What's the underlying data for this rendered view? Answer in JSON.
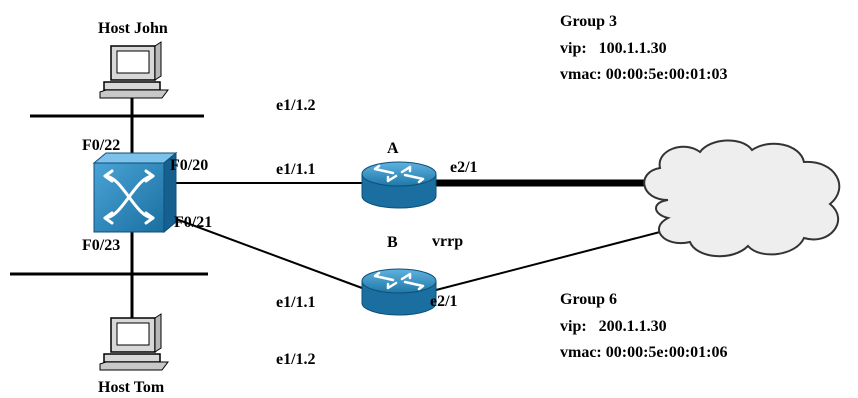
{
  "hosts": {
    "john": {
      "label": "Host John"
    },
    "tom": {
      "label": "Host Tom"
    }
  },
  "switch": {
    "ports": {
      "f0_22": "F0/22",
      "f0_20": "F0/20",
      "f0_21": "F0/21",
      "f0_23": "F0/23"
    }
  },
  "routers": {
    "a": {
      "name": "A",
      "if_top": "e1/1.2",
      "if_lan": "e1/1.1",
      "if_wan": "e2/1"
    },
    "b": {
      "name": "B",
      "if_lan": "e1/1.1",
      "if_bottom": "e1/1.2",
      "if_wan": "e2/1"
    }
  },
  "protocol_label": "vrrp",
  "groups": {
    "g3": {
      "title": "Group 3",
      "vip": "vip:   100.1.1.30",
      "vmac": "vmac: 00:00:5e:00:01:03"
    },
    "g6": {
      "title": "Group 6",
      "vip": "vip:   200.1.1.30",
      "vmac": "vmac: 00:00:5e:00:01:06"
    }
  },
  "colors": {
    "device_blue": "#1f78a8",
    "cloud_fill": "#eeeeee",
    "line": "#000000"
  }
}
